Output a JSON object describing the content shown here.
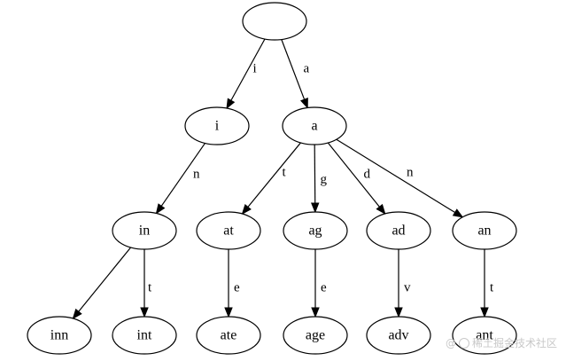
{
  "trie": {
    "nodes": [
      {
        "id": "root",
        "label": ""
      },
      {
        "id": "i",
        "label": "i"
      },
      {
        "id": "a",
        "label": "a"
      },
      {
        "id": "in",
        "label": "in"
      },
      {
        "id": "at",
        "label": "at"
      },
      {
        "id": "ag",
        "label": "ag"
      },
      {
        "id": "ad",
        "label": "ad"
      },
      {
        "id": "an",
        "label": "an"
      },
      {
        "id": "inn",
        "label": "inn"
      },
      {
        "id": "int",
        "label": "int"
      },
      {
        "id": "ate",
        "label": "ate"
      },
      {
        "id": "age",
        "label": "age"
      },
      {
        "id": "adv",
        "label": "adv"
      },
      {
        "id": "ant",
        "label": "ant"
      }
    ],
    "edges": [
      {
        "from": "root",
        "to": "i",
        "label": "i"
      },
      {
        "from": "root",
        "to": "a",
        "label": "a"
      },
      {
        "from": "i",
        "to": "in",
        "label": "n"
      },
      {
        "from": "a",
        "to": "at",
        "label": "t"
      },
      {
        "from": "a",
        "to": "ag",
        "label": "g"
      },
      {
        "from": "a",
        "to": "ad",
        "label": "d"
      },
      {
        "from": "a",
        "to": "an",
        "label": "n"
      },
      {
        "from": "in",
        "to": "inn",
        "label": ""
      },
      {
        "from": "in",
        "to": "int",
        "label": "t"
      },
      {
        "from": "at",
        "to": "ate",
        "label": "e"
      },
      {
        "from": "ag",
        "to": "age",
        "label": "e"
      },
      {
        "from": "ad",
        "to": "adv",
        "label": "v"
      },
      {
        "from": "an",
        "to": "ant",
        "label": "t"
      }
    ]
  },
  "watermark": {
    "text": "稀土掘金技术社区",
    "prefix": "@"
  }
}
